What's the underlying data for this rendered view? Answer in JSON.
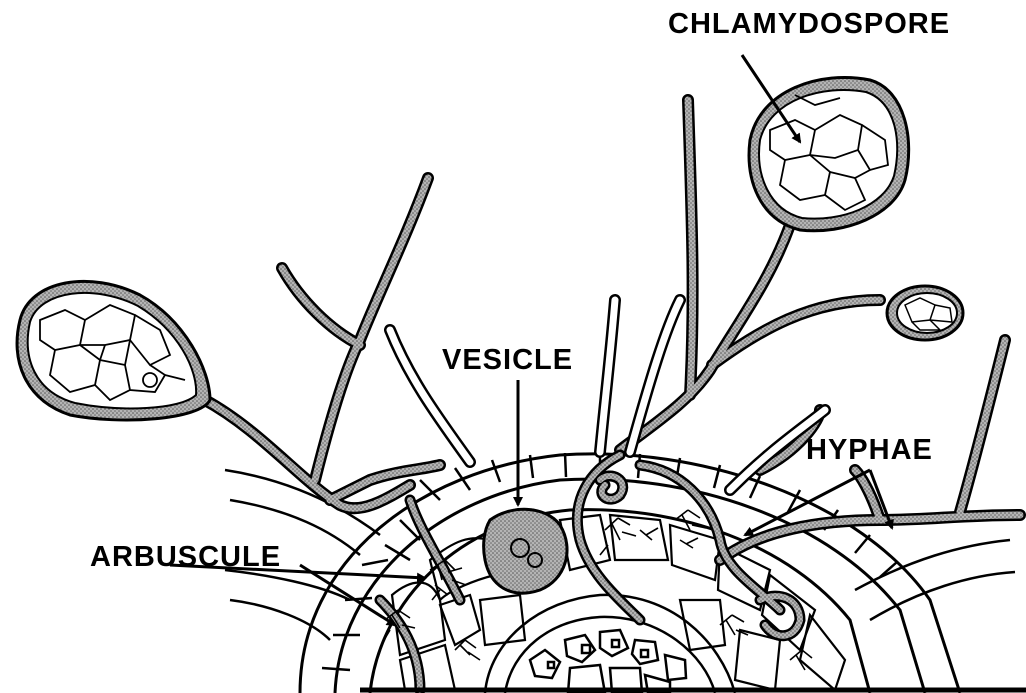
{
  "labels": {
    "chlamydospore": "CHLAMYDOSPORE",
    "vesicle": "VESICLE",
    "hyphae": "HYPHAE",
    "arbuscule": "ARBUSCULE"
  },
  "colors": {
    "ink": "#000000",
    "background": "#ffffff",
    "fungal_fill": "#9a9a9a"
  }
}
